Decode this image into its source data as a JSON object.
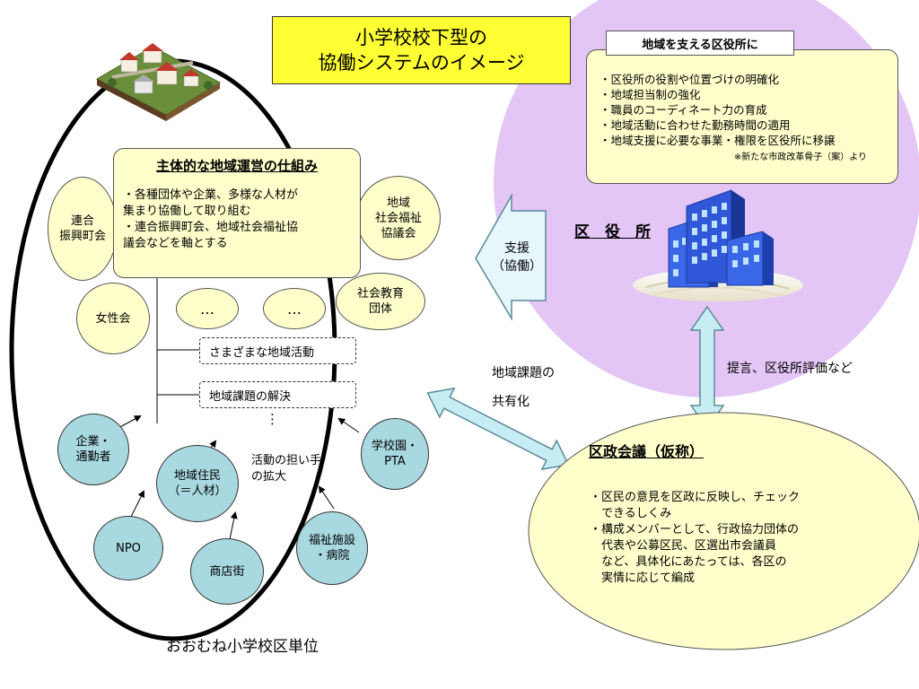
{
  "title": {
    "line1": "小学校校下型の",
    "line2": "協働システムのイメージ"
  },
  "community": {
    "main": {
      "title": "主体的な地域運営の仕組み",
      "line1": "・各種団体や企業、多様な人材が",
      "line2": "集まり協働して取り組む",
      "line3": "・連合振興町会、地域社会福祉協",
      "line4": "議会などを軸とする"
    },
    "activities": {
      "various": "さまざまな地域活動",
      "issues": "地域課題の解決",
      "more": "⋮"
    },
    "groups": {
      "rengo": "連合\n振興町会",
      "fukushi": "地域\n社会福祉\n協議会",
      "josei": "女性会",
      "etc1": "…",
      "etc2": "…",
      "kyoiku": "社会教育\n団体",
      "kigyo": "企業・\n通勤者",
      "jumin": "地域住民\n（＝人材）",
      "pta": "学校園・\nPTA",
      "npo": "NPO",
      "shoten": "商店街",
      "shisetsu": "福祉施設\n・病院"
    },
    "expansion": "活動の担い手\nの拡大",
    "caption": "おおむね小学校区単位"
  },
  "ward": {
    "tab": "地域を支える区役所に",
    "items": [
      "・区役所の役割や位置づけの明確化",
      "・地域担当制の強化",
      "・職員のコーディネート力の育成",
      "・地域活動に合わせた勤務時間の適用",
      "・地域支援に必要な事業・権限を区役所に移譲"
    ],
    "note": "※新たな市政改革骨子（案）より",
    "label": "区　役　所"
  },
  "support": {
    "line1": "支援",
    "line2": "（協働）"
  },
  "sharing": {
    "line1": "地域課題の",
    "line2": "共有化"
  },
  "proposal": "提言、区役所評価など",
  "council": {
    "title": "区政会議（仮称）",
    "item1": "・区民の意見を区政に反映し、チェック\n　できるしくみ",
    "item2": "・構成メンバーとして、行政協力団体の\n　代表や公募区民、区選出市会議員\n　など、具体化にあたっては、各区の\n　実情に応じて編成"
  },
  "colors": {
    "purple": "#e3c6f5",
    "cream": "#ffffcc",
    "yellow": "#ffff33",
    "cyan": "#c6eef2",
    "blue_bubble": "#a8d8e0",
    "building": "#2f57d8"
  }
}
